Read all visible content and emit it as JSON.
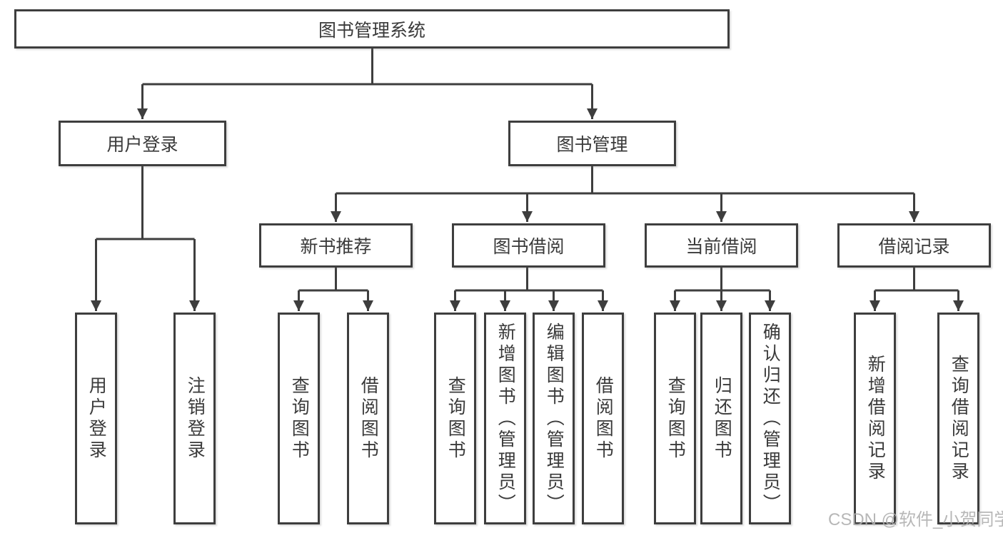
{
  "tree": {
    "root": {
      "label": "图书管理系统"
    },
    "branches": [
      {
        "label": "用户登录",
        "children": [
          {
            "label": "用户登录"
          },
          {
            "label": "注销登录"
          }
        ]
      },
      {
        "label": "图书管理",
        "children": [
          {
            "label": "新书推荐",
            "children": [
              {
                "label": "查询图书"
              },
              {
                "label": "借阅图书"
              }
            ]
          },
          {
            "label": "图书借阅",
            "children": [
              {
                "label": "查询图书"
              },
              {
                "label": "新增图书（管理员）"
              },
              {
                "label": "编辑图书（管理员）"
              },
              {
                "label": "借阅图书"
              }
            ]
          },
          {
            "label": "当前借阅",
            "children": [
              {
                "label": "查询图书"
              },
              {
                "label": "归还图书"
              },
              {
                "label": "确认归还（管理员）"
              }
            ]
          },
          {
            "label": "借阅记录",
            "children": [
              {
                "label": "新增借阅记录"
              },
              {
                "label": "查询借阅记录"
              }
            ]
          }
        ]
      }
    ]
  },
  "watermark": "CSDN @软件_小贺同学",
  "colors": {
    "line": "#3e3e3e",
    "text": "#3a3a3a",
    "watermark": "#b0b0b0",
    "background": "#ffffff"
  }
}
